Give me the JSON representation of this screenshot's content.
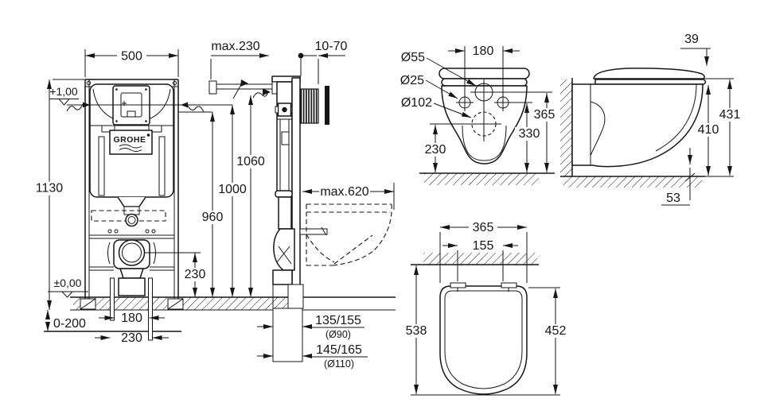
{
  "front_view": {
    "width": "500",
    "height": "1130",
    "level_top": "+1,00",
    "level_floor": "±0,00",
    "floor_buildup": "0-200",
    "pipe_span_inner": "180",
    "pipe_span_outer": "230",
    "drain_height": "230",
    "brand": "GROHE"
  },
  "side_view": {
    "frame_depth": "max.230",
    "wall_range": "10-70",
    "height_frame": "1060",
    "height_actuation": "1000",
    "height_lower": "960",
    "projection": "max.620",
    "outlet_a": "135/155",
    "outlet_a_dia": "(Ø90)",
    "outlet_b": "145/165",
    "outlet_b_dia": "(Ø110)"
  },
  "bowl_top": {
    "hole_flush": "Ø55",
    "hole_fixing": "Ø25",
    "hole_outlet": "Ø102",
    "fixing_span": "180",
    "depth": "365",
    "depth_inner": "330",
    "outlet_offset": "230"
  },
  "bowl_side": {
    "lid_drop": "39",
    "height_seat": "431",
    "height_rim": "410",
    "under_offset": "53"
  },
  "seat_top": {
    "width": "365",
    "hinge_span": "155",
    "depth": "538",
    "length": "452"
  }
}
